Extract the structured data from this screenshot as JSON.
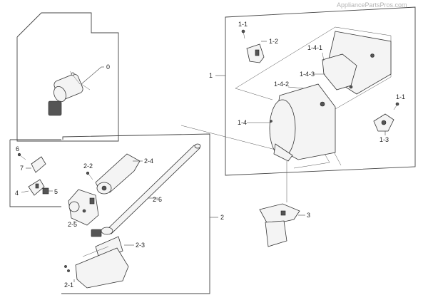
{
  "watermark": "AppliancePartsPros.com",
  "callouts": {
    "c0": "0",
    "c1": "1",
    "c1_1a": "1-1",
    "c1_2": "1-2",
    "c1_4_1": "1-4-1",
    "c1_4_3": "1-4-3",
    "c1_4_2": "1-4-2",
    "c1_4": "1-4",
    "c1_1b": "1-1",
    "c1_3": "1-3",
    "c2": "2",
    "c2_2": "2-2",
    "c2_4": "2-4",
    "c2_6": "2-6",
    "c2_5": "2-5",
    "c2_3": "2-3",
    "c2_1": "2-1",
    "c3": "3",
    "c4": "4",
    "c5": "5",
    "c6": "6",
    "c7": "7"
  }
}
